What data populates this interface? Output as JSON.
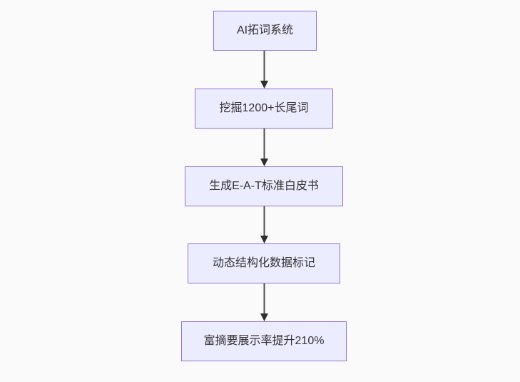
{
  "flow": {
    "type": "flowchart",
    "direction": "top-down",
    "nodes": [
      {
        "id": "step-1",
        "label": "AI拓词系统"
      },
      {
        "id": "step-2",
        "label": "挖掘1200+长尾词"
      },
      {
        "id": "step-3",
        "label": "生成E-A-T标准白皮书"
      },
      {
        "id": "step-4",
        "label": "动态结构化数据标记"
      },
      {
        "id": "step-5",
        "label": "富摘要展示率提升210%"
      }
    ],
    "edges": [
      {
        "from": "step-1",
        "to": "step-2"
      },
      {
        "from": "step-2",
        "to": "step-3"
      },
      {
        "from": "step-3",
        "to": "step-4"
      },
      {
        "from": "step-4",
        "to": "step-5"
      }
    ]
  },
  "colors": {
    "background": "#fafafa",
    "node_fill": "#ececff",
    "node_border": "#9370db",
    "node_text": "#333333",
    "edge_line": "#4d4d4d",
    "edge_arrowhead": "#2f2f2f"
  }
}
